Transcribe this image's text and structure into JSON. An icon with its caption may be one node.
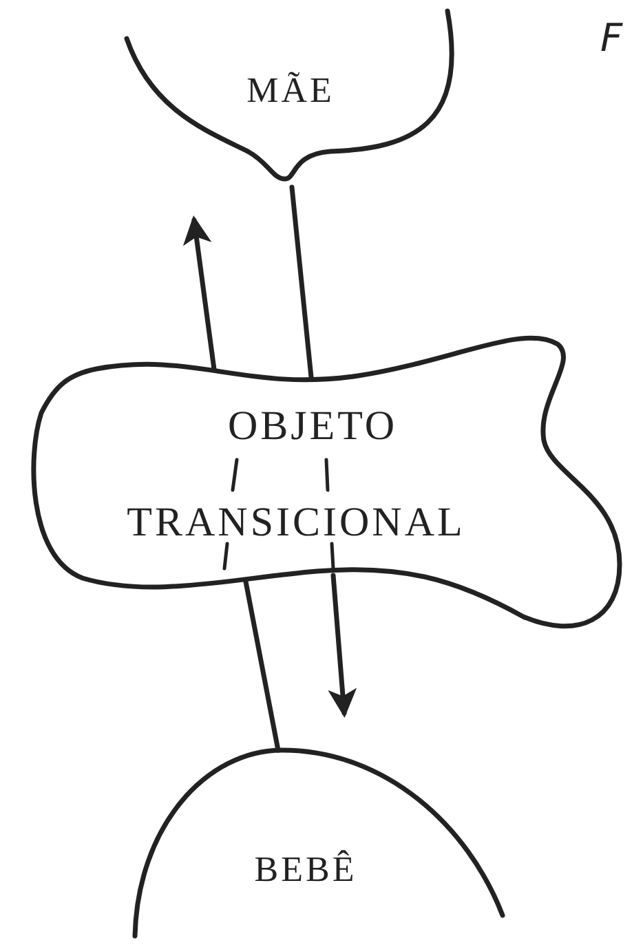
{
  "diagram": {
    "nodes": [
      {
        "text": [
          "MÃE"
        ]
      },
      {
        "text": [
          "OBJETO",
          "TRANSICIONAL"
        ]
      },
      {
        "text": [
          "BEBÊ"
        ]
      }
    ],
    "edges": [
      {
        "from": 2,
        "to": 1,
        "arrow": "none"
      },
      {
        "from": 1,
        "to": 0,
        "arrow": "to"
      },
      {
        "from": 0,
        "to": 1,
        "arrow": "none"
      },
      {
        "from": 1,
        "to": 2,
        "arrow": "to"
      }
    ],
    "labels": [
      "F"
    ]
  }
}
